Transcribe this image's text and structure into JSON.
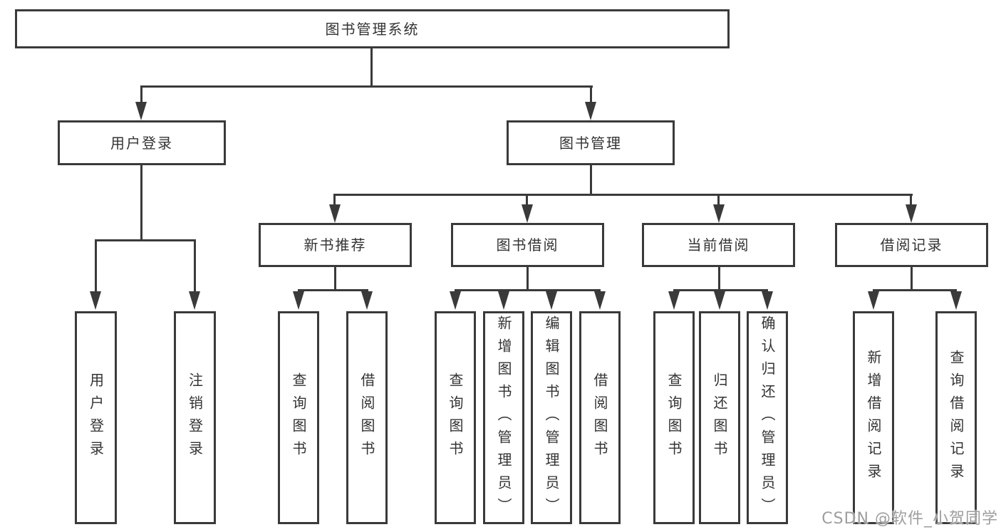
{
  "tree": {
    "root": {
      "label": "图书管理系统"
    },
    "user_login": {
      "label": "用户登录",
      "children": {
        "login": {
          "label": "用户登录"
        },
        "logout": {
          "label": "注销登录"
        }
      }
    },
    "book_mgmt": {
      "label": "图书管理",
      "children": {
        "new_book_rec": {
          "label": "新书推荐",
          "children": {
            "query_book": {
              "label": "查询图书"
            },
            "borrow_book": {
              "label": "借阅图书"
            }
          }
        },
        "book_borrow": {
          "label": "图书借阅",
          "children": {
            "query_book": {
              "label": "查询图书"
            },
            "add_book": {
              "label": "新增图书（管理员）"
            },
            "edit_book": {
              "label": "编辑图书（管理员）"
            },
            "borrow_book": {
              "label": "借阅图书"
            }
          }
        },
        "current_borrow": {
          "label": "当前借阅",
          "children": {
            "query_book": {
              "label": "查询图书"
            },
            "return_book": {
              "label": "归还图书"
            },
            "confirm_return": {
              "label": "确认归还（管理员）"
            }
          }
        },
        "borrow_records": {
          "label": "借阅记录",
          "children": {
            "add_record": {
              "label": "新增借阅记录"
            },
            "query_record": {
              "label": "查询借阅记录"
            }
          }
        }
      }
    }
  },
  "watermark": {
    "text": "CSDN @软件_小贺同学"
  },
  "colors": {
    "line": "#3a3a3a",
    "text": "#333333",
    "background": "#ffffff",
    "watermark": "#9e9e9e"
  }
}
